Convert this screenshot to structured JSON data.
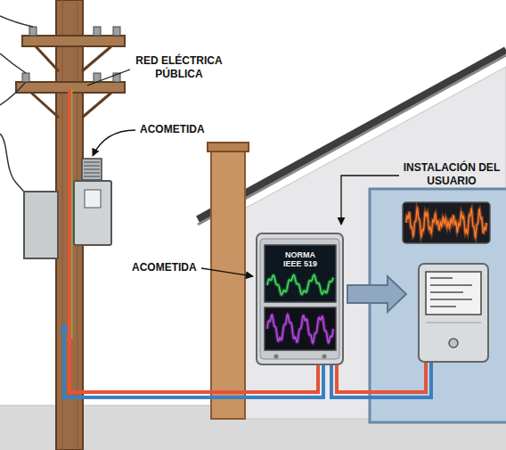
{
  "diagram": {
    "nodes": [
      {
        "text": [
          "NORMA IEEE 519"
        ]
      }
    ],
    "labels": [
      "RED ELÉCTRICA PÚBLICA",
      "ACOMETIDA",
      "INSTALACIÓN DEL USUARIO",
      "ACOMETIDA"
    ]
  }
}
